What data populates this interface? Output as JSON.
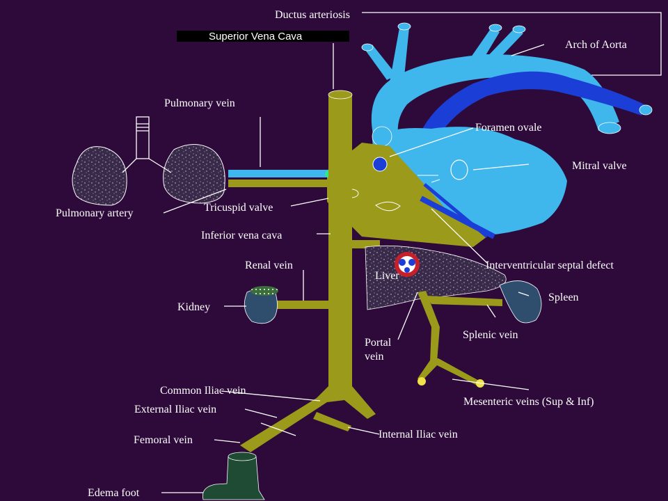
{
  "colors": {
    "background": "#2d0a3a",
    "vein_olive": "#9c9a1a",
    "aorta_light_blue": "#3fb6ec",
    "aorta_dark_blue": "#1b3fd6",
    "organ_dark": "#3a2a4a",
    "label_text": "#ffffff",
    "foot_green": "#1f4a34"
  },
  "labels": {
    "ductus_arteriosis": "Ductus arteriosis",
    "superior_vena_cava": "Superior Vena Cava",
    "arch_of_aorta": "Arch of Aorta",
    "pulmonary_vein": "Pulmonary vein",
    "foramen_ovale": "Foramen ovale",
    "mitral_valve": "Mitral valve",
    "pulmonary_artery": "Pulmonary artery",
    "tricuspid_valve": "Tricuspid valve",
    "inferior_vena_cava": "Inferior vena cava",
    "interventricular_septal_defect": "Interventricular septal defect",
    "renal_vein": "Renal vein",
    "liver": "Liver",
    "kidney": "Kidney",
    "spleen": "Spleen",
    "splenic_vein": "Splenic vein",
    "portal_vein_line1": "Portal",
    "portal_vein_line2": "vein",
    "common_iliac_vein": "Common Iliac vein",
    "external_iliac_vein": "External Iliac vein",
    "mesenteric_veins": "Mesenteric veins  (Sup & Inf)",
    "internal_iliac_vein": "Internal Iliac vein",
    "femoral_vein": "Femoral vein",
    "edema_foot": "Edema foot"
  }
}
